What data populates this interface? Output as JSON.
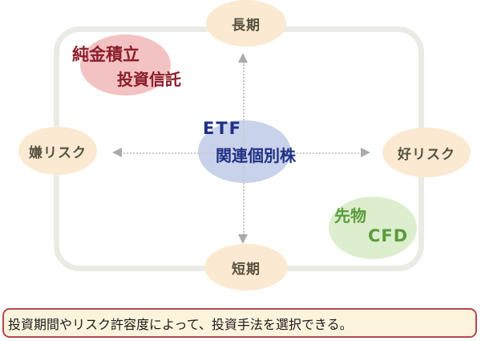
{
  "diagram": {
    "axis_labels": {
      "top": "長期",
      "bottom": "短期",
      "left": "嫌リスク",
      "right": "好リスク"
    },
    "bubbles": {
      "gold_savings": {
        "line1": "純金積立",
        "line2": "投資信託"
      },
      "etf": {
        "line1": "ETF",
        "line2": "関連個別株"
      },
      "futures": {
        "line1": "先物",
        "line2": "CFD"
      }
    },
    "colors": {
      "axis_oval_bg": "#fce9d2",
      "axis_oval_text": "#56523f",
      "gold_savings_bg": "#f3c2c2",
      "gold_savings_text": "#8c1e2b",
      "etf_bg": "#c9d2eb",
      "etf_text": "#203085",
      "futures_bg": "#dceecd",
      "futures_text": "#5a9c3c",
      "frame_border": "#ebebe5",
      "axis_line": "#c9c9c9",
      "arrowhead": "#ababab"
    }
  },
  "caption": {
    "text": "投資期間やリスク許容度によって、投資手法を選択できる。",
    "border_color": "#b5494e",
    "bg_color": "#fcf3dd"
  }
}
